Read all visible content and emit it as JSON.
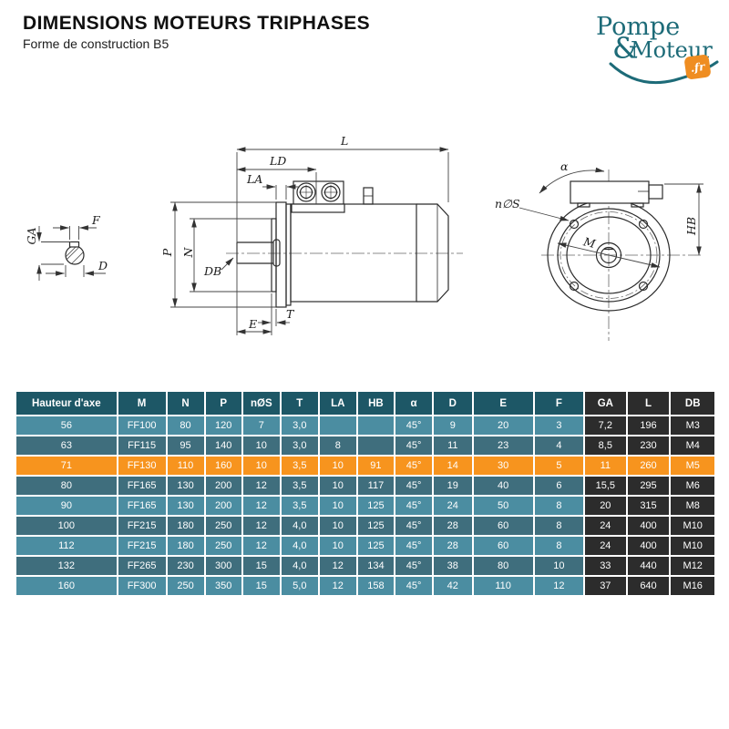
{
  "header": {
    "title": "DIMENSIONS MOTEURS TRIPHASES",
    "subtitle": "Forme de construction B5"
  },
  "logo": {
    "word1": "Pompe",
    "ampersand": "&",
    "word2": "Moteur",
    "tld": ".fr"
  },
  "diagram": {
    "labels": {
      "ga": "GA",
      "f": "F",
      "d": "D",
      "l": "L",
      "ld": "LD",
      "la": "LA",
      "p": "P",
      "n": "N",
      "db": "DB",
      "t": "T",
      "e": "E",
      "alpha": "α",
      "nos": "n∅S",
      "m": "M",
      "hb": "HB"
    }
  },
  "table": {
    "columns": [
      "Hauteur d'axe",
      "M",
      "N",
      "P",
      "nØS",
      "T",
      "LA",
      "HB",
      "α",
      "D",
      "E",
      "F",
      "GA",
      "L",
      "DB"
    ],
    "col_widths_pct": [
      14.8,
      7.0,
      5.4,
      5.3,
      5.4,
      5.4,
      5.4,
      5.3,
      5.4,
      5.6,
      8.8,
      7.2,
      6.0,
      6.2,
      6.4
    ],
    "dark_col_start": 12,
    "highlight_row": 2,
    "rows": [
      [
        "56",
        "FF100",
        "80",
        "120",
        "7",
        "3,0",
        "",
        "",
        "45°",
        "9",
        "20",
        "3",
        "7,2",
        "196",
        "M3"
      ],
      [
        "63",
        "FF115",
        "95",
        "140",
        "10",
        "3,0",
        "8",
        "",
        "45°",
        "11",
        "23",
        "4",
        "8,5",
        "230",
        "M4"
      ],
      [
        "71",
        "FF130",
        "110",
        "160",
        "10",
        "3,5",
        "10",
        "91",
        "45°",
        "14",
        "30",
        "5",
        "11",
        "260",
        "M5"
      ],
      [
        "80",
        "FF165",
        "130",
        "200",
        "12",
        "3,5",
        "10",
        "117",
        "45°",
        "19",
        "40",
        "6",
        "15,5",
        "295",
        "M6"
      ],
      [
        "90",
        "FF165",
        "130",
        "200",
        "12",
        "3,5",
        "10",
        "125",
        "45°",
        "24",
        "50",
        "8",
        "20",
        "315",
        "M8"
      ],
      [
        "100",
        "FF215",
        "180",
        "250",
        "12",
        "4,0",
        "10",
        "125",
        "45°",
        "28",
        "60",
        "8",
        "24",
        "400",
        "M10"
      ],
      [
        "112",
        "FF215",
        "180",
        "250",
        "12",
        "4,0",
        "10",
        "125",
        "45°",
        "28",
        "60",
        "8",
        "24",
        "400",
        "M10"
      ],
      [
        "132",
        "FF265",
        "230",
        "300",
        "15",
        "4,0",
        "12",
        "134",
        "45°",
        "38",
        "80",
        "10",
        "33",
        "440",
        "M12"
      ],
      [
        "160",
        "FF300",
        "250",
        "350",
        "15",
        "5,0",
        "12",
        "158",
        "45°",
        "42",
        "110",
        "12",
        "37",
        "640",
        "M16"
      ]
    ]
  },
  "colors": {
    "header_bg": "#1d5766",
    "row_light": "#4b8da1",
    "row_dark": "#3f6e7d",
    "highlight": "#f7941e",
    "dark_col": "#2c2c2c",
    "logo_teal": "#1d6b78",
    "badge_orange": "#ef8d21"
  }
}
